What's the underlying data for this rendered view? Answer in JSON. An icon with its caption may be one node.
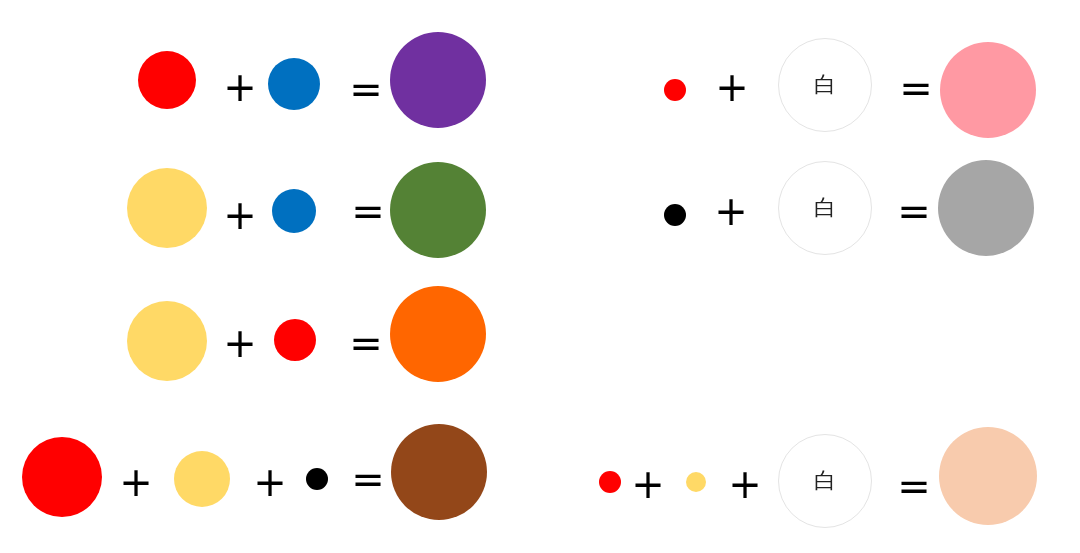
{
  "diagram": {
    "nodes": [
      {
        "text": [],
        "shape": "circle"
      },
      {
        "text": [],
        "shape": "circle"
      },
      {
        "text": [],
        "shape": "circle"
      },
      {
        "text": [],
        "shape": "circle"
      },
      {
        "text": [
          "白"
        ]
      },
      {
        "text": [],
        "shape": "circle"
      },
      {
        "text": [],
        "shape": "circle"
      },
      {
        "text": [],
        "shape": "circle"
      },
      {
        "text": [],
        "shape": "circle"
      },
      {
        "text": [],
        "shape": "circle"
      },
      {
        "text": [
          "白"
        ]
      },
      {
        "text": [],
        "shape": "circle"
      },
      {
        "text": [],
        "shape": "circle"
      },
      {
        "text": [],
        "shape": "circle"
      },
      {
        "text": [],
        "shape": "circle"
      },
      {
        "text": [],
        "shape": "circle"
      },
      {
        "text": [],
        "shape": "circle"
      },
      {
        "text": [],
        "shape": "circle"
      },
      {
        "text": [],
        "shape": "circle"
      },
      {
        "text": [],
        "shape": "circle"
      },
      {
        "text": [],
        "shape": "circle"
      },
      {
        "text": [
          "白"
        ]
      },
      {
        "text": [],
        "shape": "circle"
      }
    ],
    "labels": [
      "+",
      "=",
      "+",
      "=",
      "+",
      "=",
      "+",
      "=",
      "+",
      "=",
      "+",
      "+",
      "=",
      "+",
      "+",
      "="
    ]
  }
}
